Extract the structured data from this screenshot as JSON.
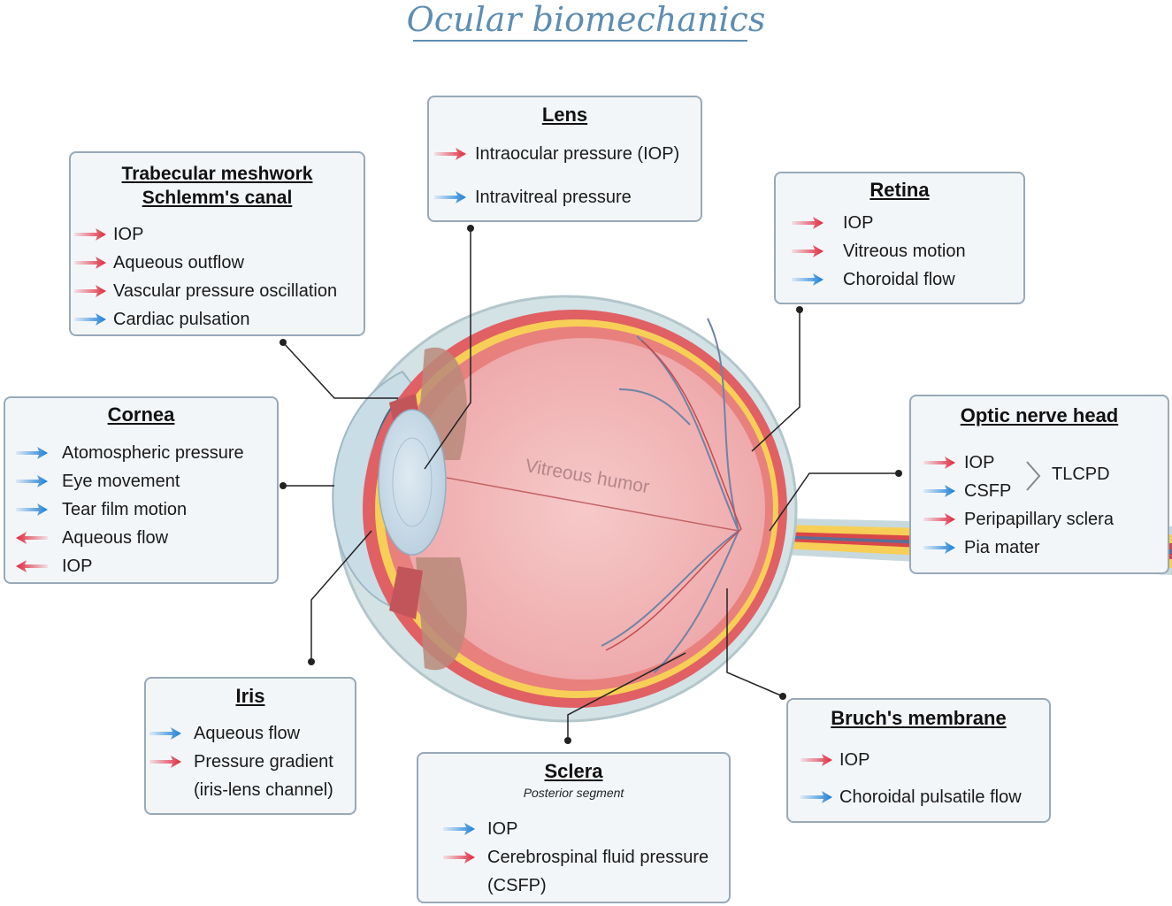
{
  "title": "Ocular biomechanics",
  "eye_label": "Vitreous humor",
  "colors": {
    "outward": "#e0283c",
    "inward": "#1a7fd6",
    "title": "#5e8db2"
  },
  "boxes": {
    "lens": {
      "title": "Lens",
      "items": [
        {
          "text": "Intraocular pressure (IOP)",
          "dir": "outward"
        },
        {
          "text": "Intravitreal pressure",
          "dir": "inward"
        }
      ]
    },
    "trabecular": {
      "title_line1": "Trabecular meshwork",
      "title_line2": "Schlemm's canal",
      "items": [
        {
          "text": "IOP",
          "dir": "outward"
        },
        {
          "text": "Aqueous outflow",
          "dir": "outward"
        },
        {
          "text": "Vascular pressure oscillation",
          "dir": "outward"
        },
        {
          "text": "Cardiac pulsation",
          "dir": "inward"
        }
      ]
    },
    "retina": {
      "title": "Retina",
      "items": [
        {
          "text": "IOP",
          "dir": "outward"
        },
        {
          "text": "Vitreous motion",
          "dir": "outward"
        },
        {
          "text": "Choroidal flow",
          "dir": "inward"
        }
      ]
    },
    "cornea": {
      "title": "Cornea",
      "items": [
        {
          "text": "Atomospheric pressure",
          "dir": "inward"
        },
        {
          "text": "Eye movement",
          "dir": "inward"
        },
        {
          "text": "Tear film motion",
          "dir": "inward"
        },
        {
          "text": "Aqueous flow",
          "dir": "outward-left"
        },
        {
          "text": "IOP",
          "dir": "outward-left"
        }
      ]
    },
    "optic": {
      "title": "Optic nerve head",
      "brace_label": "TLCPD",
      "items": [
        {
          "text": "IOP",
          "dir": "outward"
        },
        {
          "text": "CSFP",
          "dir": "inward"
        },
        {
          "text": "Peripapillary sclera",
          "dir": "outward"
        },
        {
          "text": "Pia mater",
          "dir": "inward"
        }
      ]
    },
    "iris": {
      "title": "Iris",
      "items": [
        {
          "text": "Aqueous flow",
          "dir": "inward"
        },
        {
          "text": "Pressure gradient",
          "dir": "outward"
        },
        {
          "text": "(iris-lens channel)",
          "dir": "none"
        }
      ]
    },
    "sclera": {
      "title": "Sclera",
      "subtitle": "Posterior segment",
      "items": [
        {
          "text": "IOP",
          "dir": "inward"
        },
        {
          "text": "Cerebrospinal fluid pressure",
          "dir": "outward"
        },
        {
          "text": "(CSFP)",
          "dir": "none"
        }
      ]
    },
    "bruch": {
      "title": "Bruch's membrane",
      "items": [
        {
          "text": "IOP",
          "dir": "outward"
        },
        {
          "text": "Choroidal pulsatile flow",
          "dir": "inward"
        }
      ]
    }
  }
}
